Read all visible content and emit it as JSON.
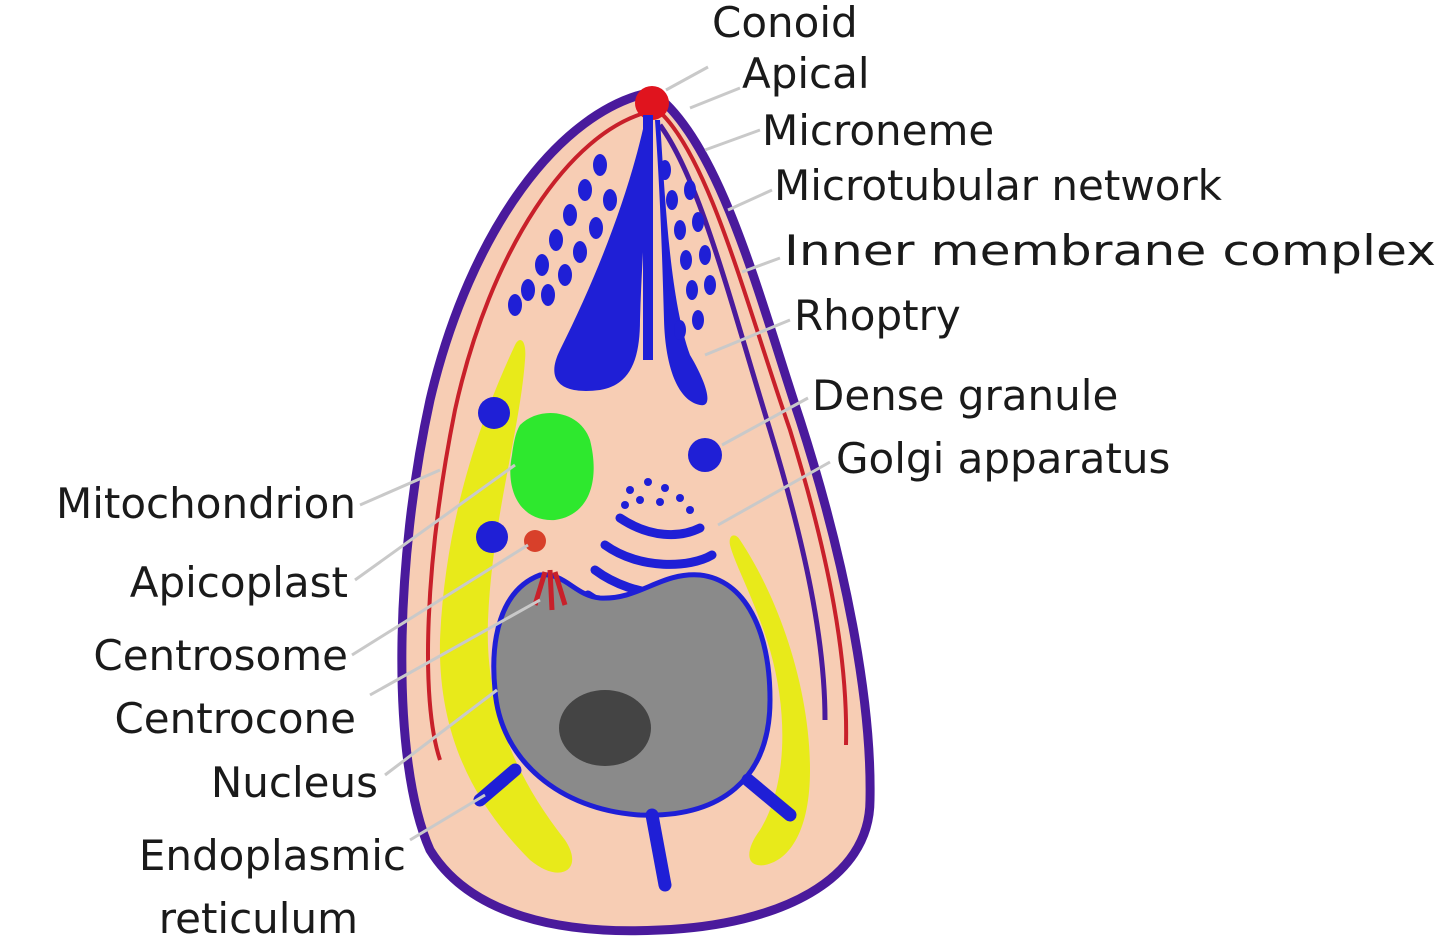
{
  "labels": {
    "conoid": "Conoid",
    "apical": "Apical",
    "microneme": "Microneme",
    "microtubular_network": "Microtubular network",
    "inner_membrane_complex": "Inner membrane complex",
    "rhoptry": "Rhoptry",
    "dense_granule": "Dense granule",
    "golgi_apparatus": "Golgi apparatus",
    "mitochondrion": "Mitochondrion",
    "apicoplast": "Apicoplast",
    "centrosome": "Centrosome",
    "centrocone": "Centrocone",
    "nucleus": "Nucleus",
    "endoplasmic_line1": "Endoplasmic",
    "endoplasmic_line2": "reticulum"
  },
  "colors": {
    "cytoplasm": "#f7cdb4",
    "outer_membrane": "#4a1a9c",
    "inner_membrane": "#c8202a",
    "organelle_blue": "#1f1fd6",
    "mitochondrion": "#e8ea1a",
    "apicoplast": "#2ee82e",
    "conoid": "#e0141e",
    "nucleus": "#8a8a8a",
    "nucleolus": "#444444",
    "centrosome": "#d8402a"
  }
}
